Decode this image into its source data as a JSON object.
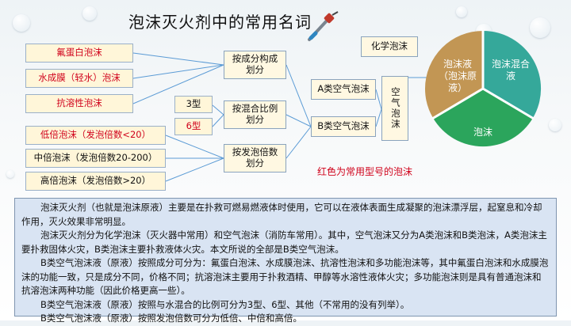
{
  "title": "泡沫灭火剂中的常用名词",
  "left_boxes": [
    {
      "label": "氟蛋白泡沫",
      "color": "red"
    },
    {
      "label": "水成膜（轻水）泡沫",
      "color": "red"
    },
    {
      "label": "抗溶性泡沫",
      "color": "red"
    },
    {
      "label": "低倍泡沫（发泡倍数<20）",
      "color": "red"
    },
    {
      "label": "中倍泡沫（发泡倍数20-200）",
      "color": "black"
    },
    {
      "label": "高倍泡沫（发泡倍数>20）",
      "color": "black"
    }
  ],
  "type_boxes": [
    {
      "label": "3型",
      "color": "black"
    },
    {
      "label": "6型",
      "color": "red"
    }
  ],
  "middle_boxes": [
    {
      "line1": "按成分构成",
      "line2": "划分"
    },
    {
      "line1": "按混合比例",
      "line2": "划分"
    },
    {
      "line1": "按发泡倍数",
      "line2": "划分"
    }
  ],
  "ab_boxes": {
    "a": "A类空气泡沫",
    "b": "B类空气泡沫"
  },
  "air_foam": "空气泡沫",
  "chem_foam": "化学泡沫",
  "note": "红色为常用型号的泡沫",
  "pie": {
    "segments": [
      {
        "label": "泡沫液（泡沫原液）",
        "line1": "泡沫液",
        "line2": "（泡沫原",
        "line3": "液）",
        "color": "#c29654"
      },
      {
        "label": "泡沫混合液",
        "line1": "泡沫混合",
        "line2": "液",
        "color": "#35a89a"
      },
      {
        "label": "泡沫",
        "line1": "泡沫",
        "color": "#2ba55c"
      }
    ]
  },
  "description": [
    "泡沫灭火剂（也就是泡沫原液）主要是在扑救可燃易燃液体时使用，它可以在液体表面生成凝聚的泡沫漂浮层，起窒息和冷却作用，灭火效果非常明显。",
    "泡沫灭火剂分为化学泡沫（灭火器中常用）和空气泡沫（消防车常用）。其中，空气泡沫又分为A类泡沫和B类泡沫，A类泡沫主要扑救固体火灾，B类泡沫主要扑救液体火灾。本文所说的全部是B类空气泡沫。",
    "B类空气泡沫液（原液）按照成分可分为：氟蛋白泡沫、水成膜泡沫、抗溶性泡沫和多功能泡沫等，其中氟蛋白泡沫和水成膜泡沫的功能一致，只是成分不同，价格不同；抗溶泡沫主要用于扑救酒精、甲醇等水溶性液体火灾；多功能泡沫则是具有普通泡沫和抗溶泡沫两种功能（因此价格更高一些）。",
    "B类空气泡沫液（原液）按照与水混合的比例可分为3型、6型、其他（不常用的没有列举）。",
    "B类空气泡沫液（原液）按照发泡倍数可分为低倍、中倍和高倍。"
  ]
}
